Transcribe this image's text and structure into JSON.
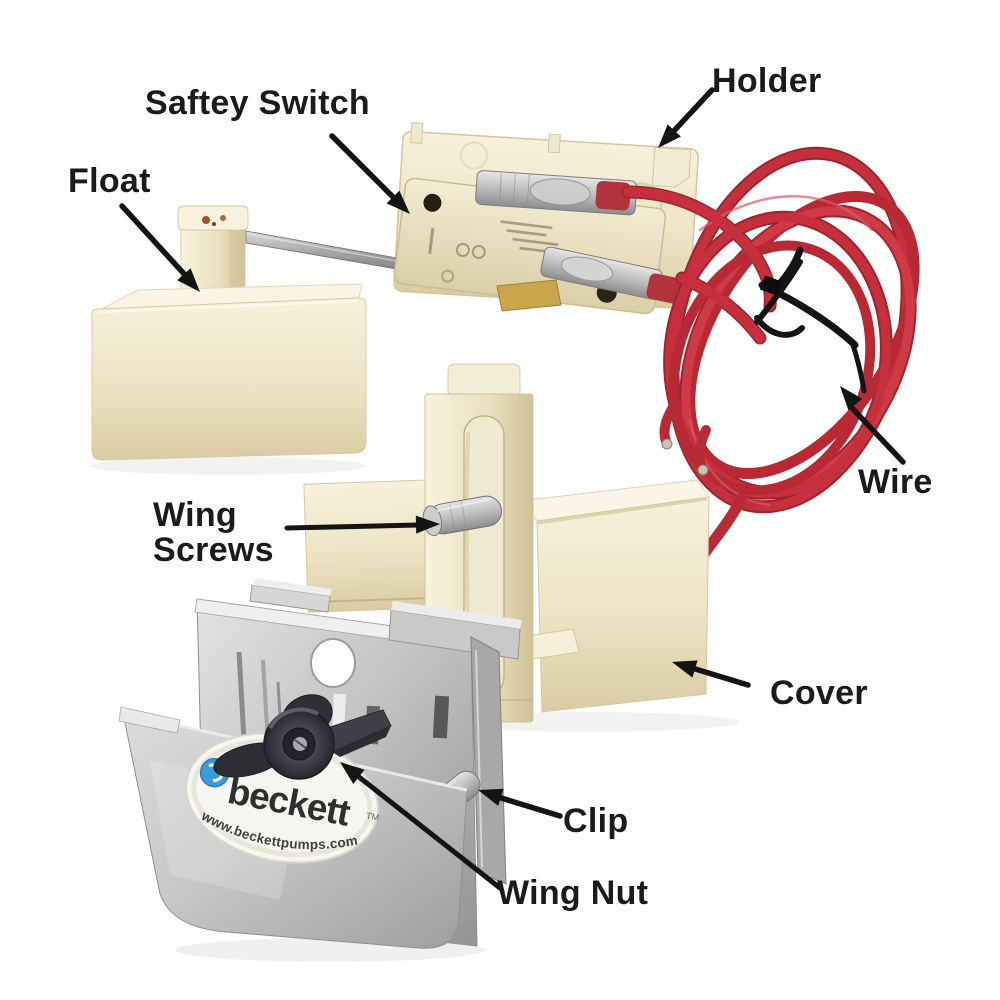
{
  "annotations": {
    "saftey_switch": "Saftey Switch",
    "holder": "Holder",
    "float": "Float",
    "wire": "Wire",
    "wing_screws": "Wing Screws",
    "cover": "Cover",
    "clip": "Clip",
    "wing_nut": "Wing Nut"
  },
  "product_label": {
    "brand": "beckett",
    "trademark": "TM",
    "website": "www.beckettpumps.com"
  },
  "colors": {
    "background": "#ffffff",
    "annotation_text": "#1b1b1b",
    "arrow_black": "#141414",
    "plastic_cream": "#eee4c4",
    "wire_red": "#c5303c",
    "metal_gray": "#c0c0c0",
    "wing_nut_black": "#35353c",
    "logo_blue": "#3e9bd6",
    "label_white": "#f7f6f1"
  }
}
